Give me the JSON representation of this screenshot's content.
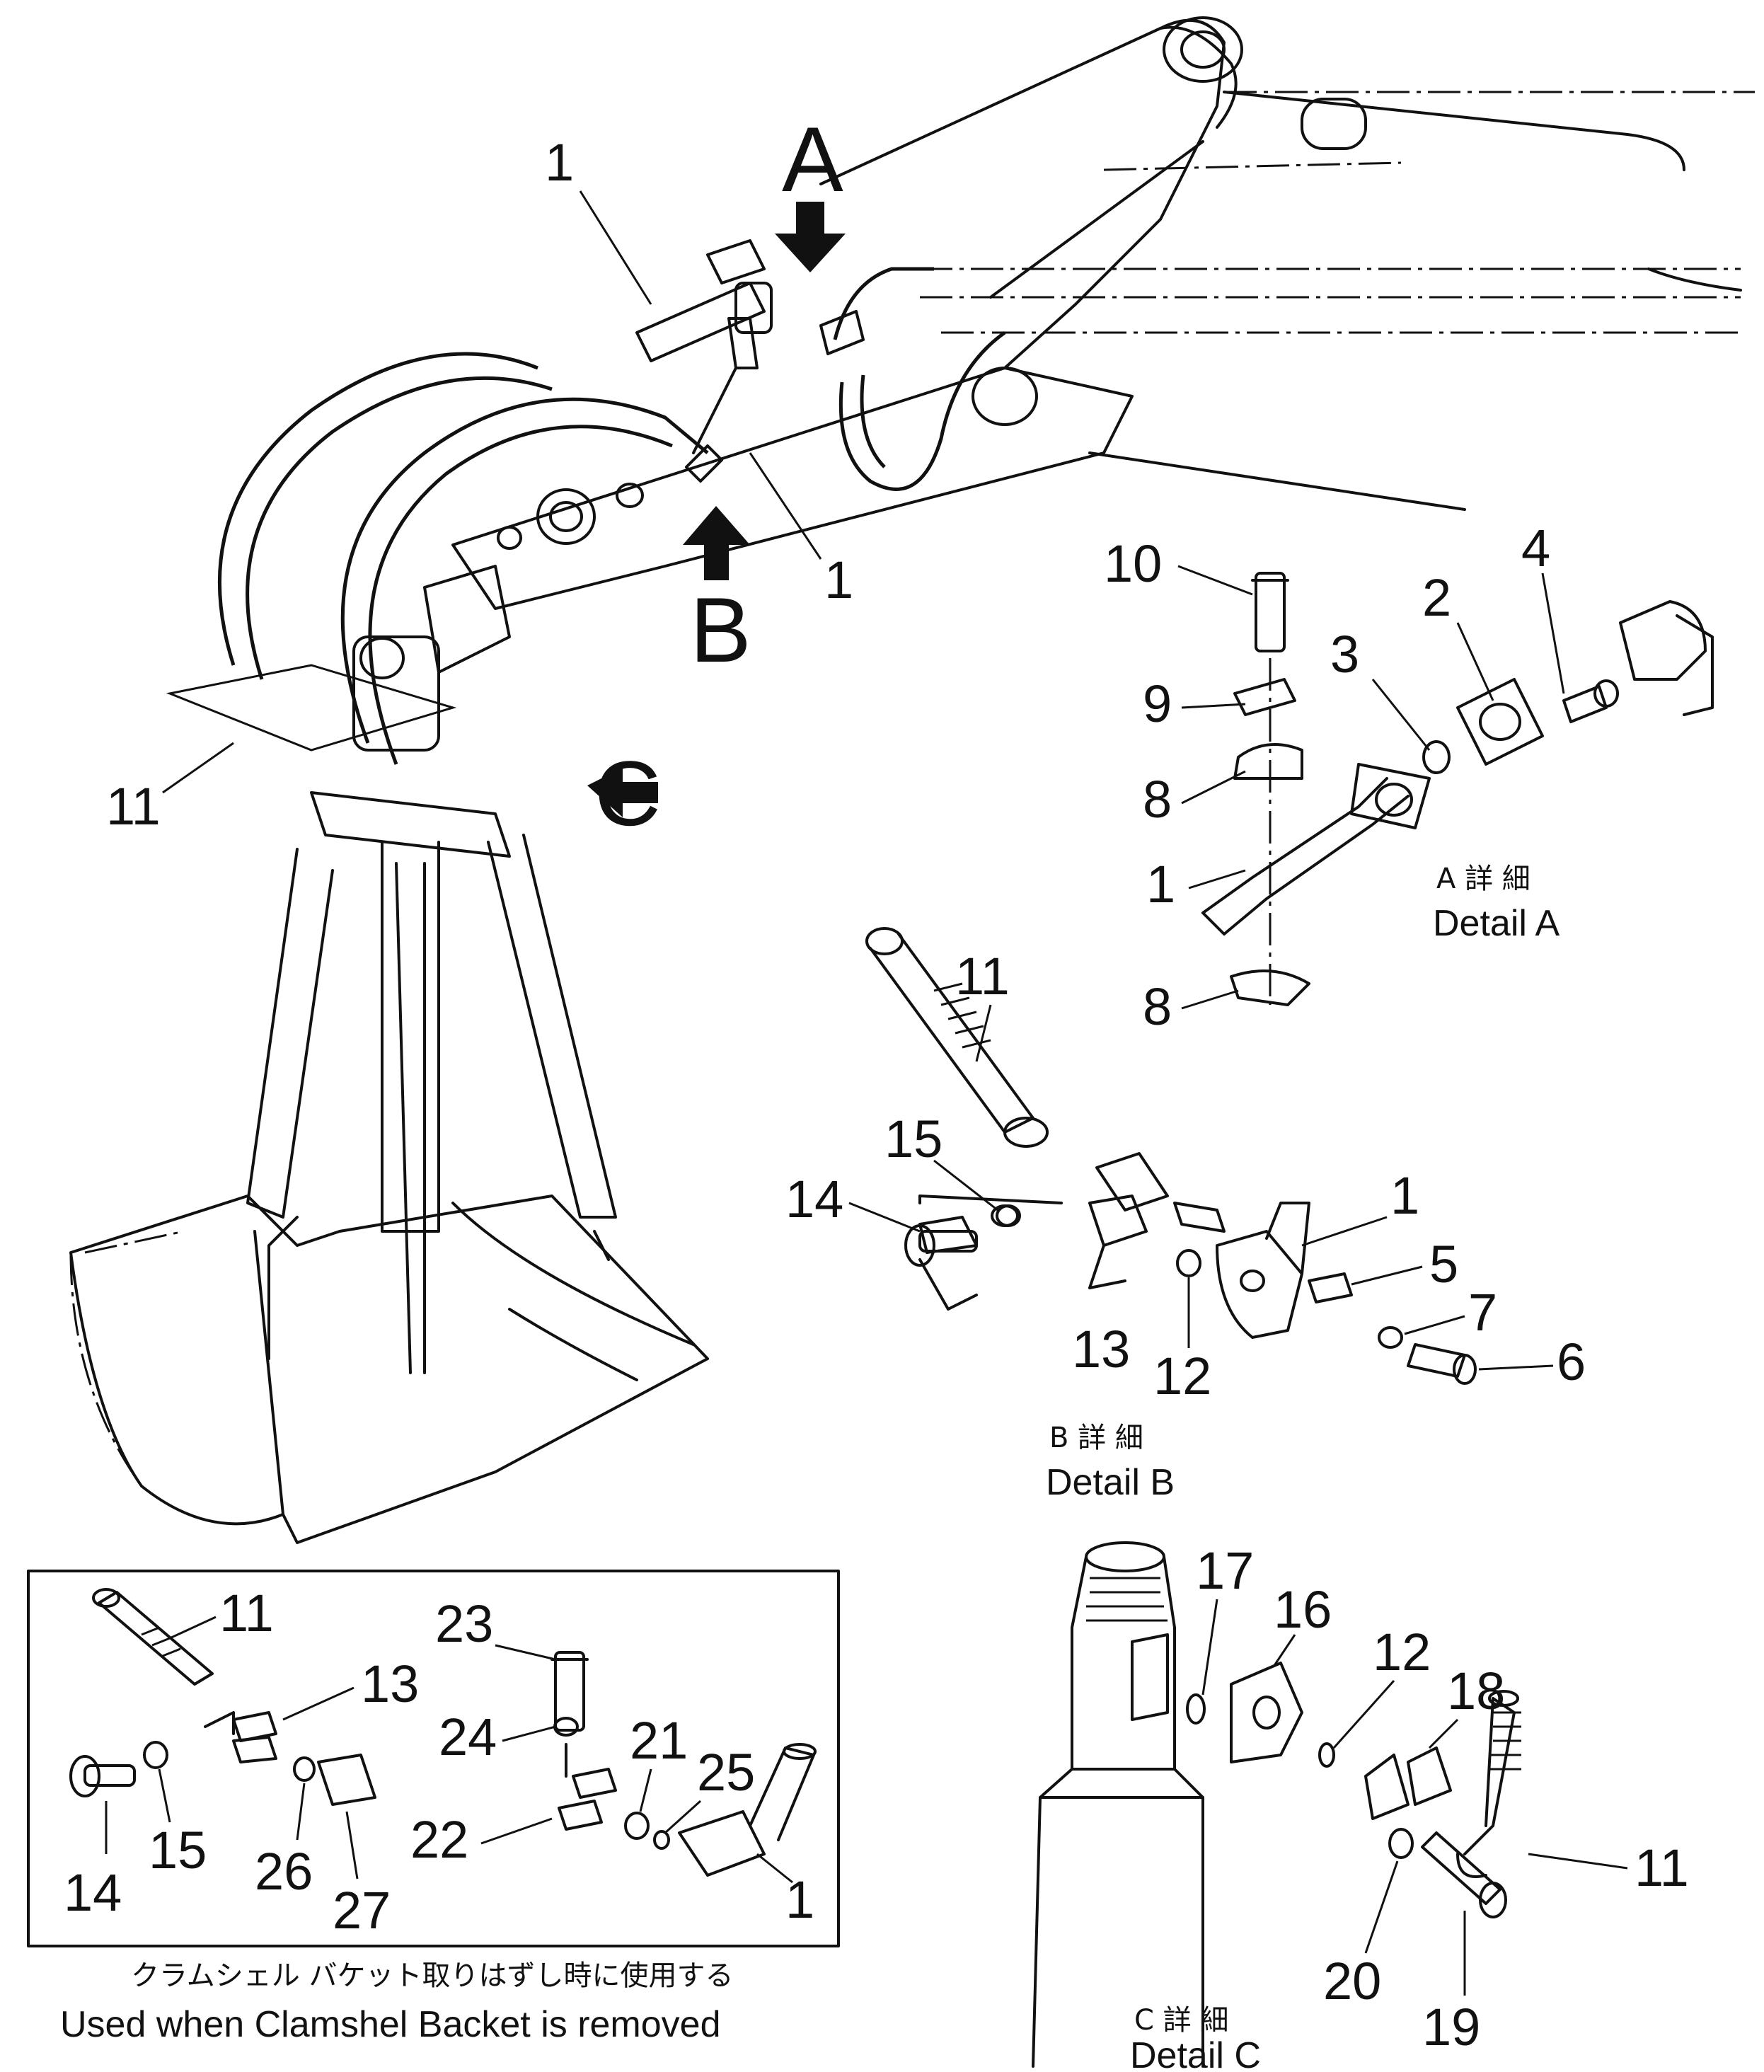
{
  "view_arrows": {
    "a": "A",
    "b": "B",
    "c": "C"
  },
  "main_view": {
    "callouts": [
      "1",
      "1",
      "11"
    ]
  },
  "detail_a": {
    "callouts": [
      "10",
      "9",
      "8",
      "3",
      "2",
      "4",
      "1",
      "8"
    ],
    "caption_jp": "A 詳 細",
    "caption_en": "Detail A"
  },
  "detail_b": {
    "callouts": [
      "11",
      "15",
      "14",
      "13",
      "12",
      "1",
      "5",
      "7",
      "6"
    ],
    "caption_jp": "B 詳 細",
    "caption_en": "Detail B"
  },
  "removed_box": {
    "callouts": [
      "11",
      "13",
      "14",
      "15",
      "26",
      "27",
      "23",
      "24",
      "22",
      "21",
      "25",
      "1"
    ],
    "note_jp": "クラムシェル バケット取りはずし時に使用する",
    "note_en": "Used when Clamshel Backet is removed"
  },
  "detail_c": {
    "callouts": [
      "17",
      "16",
      "12",
      "18",
      "11",
      "20",
      "19"
    ],
    "caption_jp": "C 詳 細",
    "caption_en": "Detail C"
  }
}
